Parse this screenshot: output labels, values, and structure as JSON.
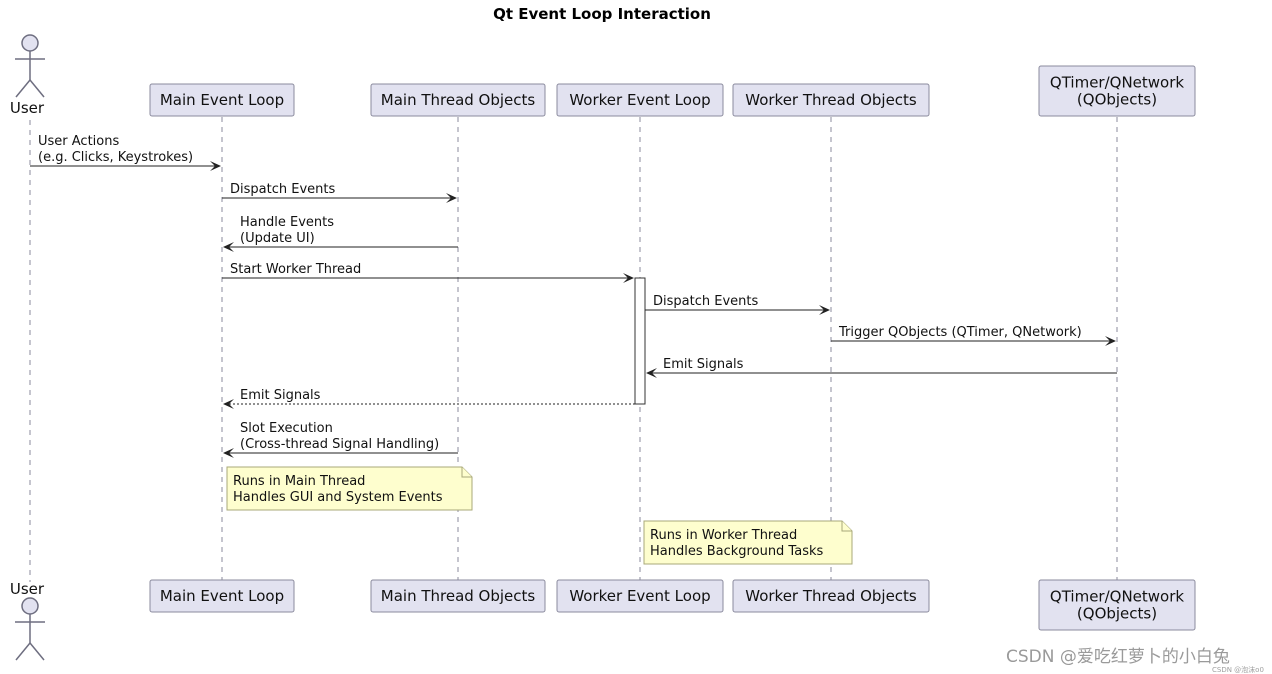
{
  "title": "Qt Event Loop Interaction",
  "participants": [
    {
      "id": "user",
      "kind": "actor",
      "lines": [
        "User"
      ]
    },
    {
      "id": "main_loop",
      "kind": "box",
      "lines": [
        "Main Event Loop"
      ]
    },
    {
      "id": "main_objs",
      "kind": "box",
      "lines": [
        "Main Thread Objects"
      ]
    },
    {
      "id": "worker_loop",
      "kind": "box",
      "lines": [
        "Worker Event Loop"
      ]
    },
    {
      "id": "worker_objs",
      "kind": "box",
      "lines": [
        "Worker Thread Objects"
      ]
    },
    {
      "id": "qobjects",
      "kind": "box",
      "lines": [
        "QTimer/QNetwork",
        "(QObjects)"
      ]
    }
  ],
  "messages": [
    {
      "from": "user",
      "to": "main_loop",
      "style": "solid",
      "lines": [
        "User Actions",
        "(e.g. Clicks, Keystrokes)"
      ]
    },
    {
      "from": "main_loop",
      "to": "main_objs",
      "style": "solid",
      "lines": [
        "Dispatch Events"
      ]
    },
    {
      "from": "main_objs",
      "to": "main_loop",
      "style": "solid",
      "lines": [
        "Handle Events",
        "(Update UI)"
      ]
    },
    {
      "from": "main_loop",
      "to": "worker_loop",
      "style": "solid",
      "lines": [
        "Start Worker Thread"
      ]
    },
    {
      "from": "worker_loop",
      "to": "worker_objs",
      "style": "solid",
      "lines": [
        "Dispatch Events"
      ]
    },
    {
      "from": "worker_objs",
      "to": "qobjects",
      "style": "solid",
      "lines": [
        "Trigger QObjects (QTimer, QNetwork)"
      ]
    },
    {
      "from": "qobjects",
      "to": "worker_loop",
      "style": "solid",
      "lines": [
        "Emit Signals"
      ]
    },
    {
      "from": "worker_loop",
      "to": "main_loop",
      "style": "dashed",
      "lines": [
        "Emit Signals"
      ]
    },
    {
      "from": "main_objs",
      "to": "main_loop",
      "style": "solid",
      "lines": [
        "Slot Execution",
        "(Cross-thread Signal Handling)"
      ]
    }
  ],
  "notes": [
    {
      "over": "main_loop",
      "lines": [
        "Runs in Main Thread",
        "Handles GUI and System Events"
      ]
    },
    {
      "over": "worker_loop",
      "lines": [
        "Runs in Worker Thread",
        "Handles Background Tasks"
      ]
    }
  ],
  "activations": [
    {
      "participant": "worker_loop",
      "from_message": 3,
      "to_message": 7
    }
  ],
  "watermark": {
    "text": "CSDN @爱吃红萝卜的小白兔",
    "small": "CSDN @泡沫o0"
  },
  "colors": {
    "participant_fill": "#e2e2f0",
    "participant_border": "#8b8b9e",
    "note_fill": "#fefece",
    "note_border": "#a8a87a",
    "arrow": "#222222"
  }
}
